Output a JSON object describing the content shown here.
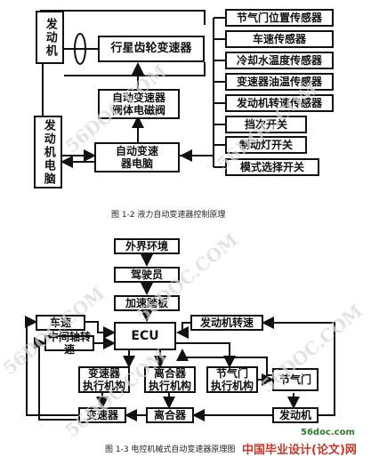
{
  "figure1": {
    "engine": "发动机",
    "planetary": "行星齿轮变速器",
    "valve": "自动变速器\n阀体电磁阀",
    "ecu": "自动变速\n器电脑",
    "engine_ecu": "发动机电脑",
    "sensors": [
      "节气门位置传感器",
      "车速传感器",
      "冷却水温度传感器",
      "变速器油温传感器",
      "发动机转速传感器",
      "挡次开关",
      "制动灯开关",
      "模式选择开关"
    ],
    "caption": "图 1-2  液力自动变速器控制原理"
  },
  "figure2": {
    "environment": "外界环境",
    "driver": "驾驶员",
    "pedal": "加速踏板",
    "speed": "车速",
    "engine_speed": "发动机转速",
    "mid_shaft": "中间轴转速",
    "ecu": "ECU",
    "trans_actuator": "变速器\n执行机构",
    "clutch_actuator": "离合器\n执行机构",
    "throttle_actuator": "节气门\n执行机构",
    "throttle": "节气门",
    "transmission": "变速器",
    "clutch": "离合器",
    "engine": "发动机",
    "caption": "图 1-3  电控机械式自动变速器原理图"
  },
  "watermarks": [
    "56DOC.COM",
    "56DOC.COM",
    "56DOC.COM",
    "56DOC.COM",
    "56DOC.COM",
    "56DOC.COM"
  ],
  "logo": {
    "url": "56doc.com",
    "text": "中国毕业设计(论文)网"
  }
}
